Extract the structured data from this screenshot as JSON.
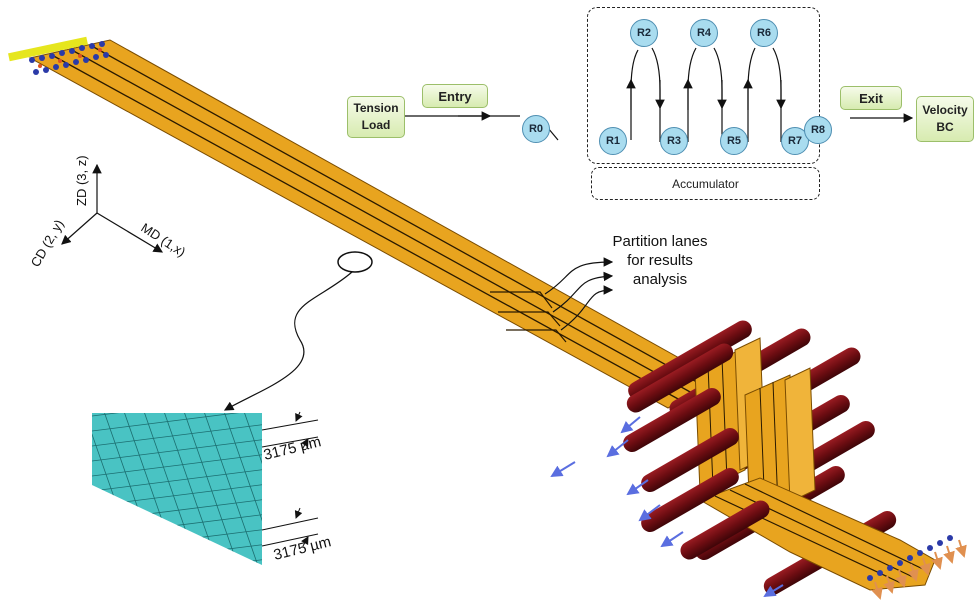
{
  "axes": {
    "zd": "ZD (3, z)",
    "md": "MD (1,x)",
    "cd": "CD (2, y)"
  },
  "annotations": {
    "partition_lanes": "Partition lanes\nfor results\nanalysis",
    "mesh_size_top": "3175 µm",
    "mesh_size_bottom": "3175 µm"
  },
  "flow": {
    "tension_load": "Tension\nLoad",
    "entry": "Entry",
    "exit": "Exit",
    "velocity_bc": "Velocity\nBC",
    "accumulator": "Accumulator",
    "rollers": [
      "R0",
      "R1",
      "R2",
      "R3",
      "R4",
      "R5",
      "R6",
      "R7",
      "R8"
    ]
  },
  "colors": {
    "web": "#e8a41f",
    "web_edge": "#7a4c00",
    "lane_line": "#2a1a00",
    "roller_body": "#6e0d12",
    "roller_end": "#a01e22",
    "mesh_fill": "#49c3c3",
    "mesh_line": "#1c6e70",
    "bc_blue": "#2b3aa8",
    "bc_yellow": "#e6e61e",
    "arrow_blue": "#5a6ee0",
    "arrow_orange": "#e09050",
    "flow_box": "#d7ebb0",
    "roller_node": "#a9dcef"
  }
}
